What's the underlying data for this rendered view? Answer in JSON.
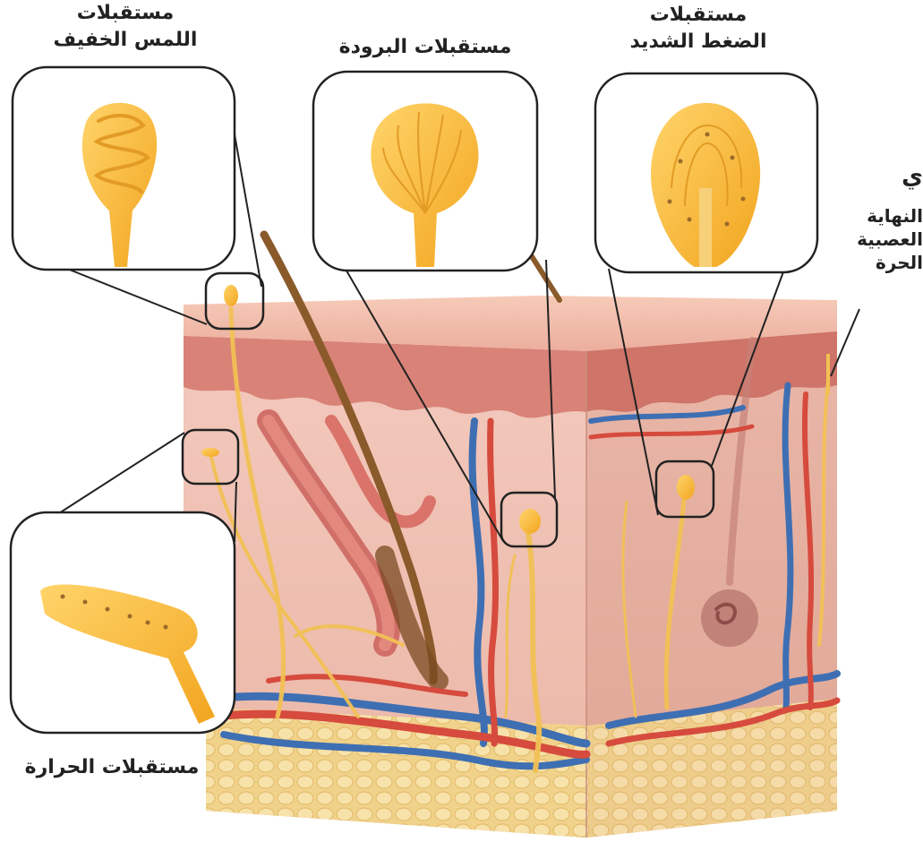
{
  "labels": {
    "light_touch": [
      "مستقبلات",
      "اللمس الخفيف"
    ],
    "cold": "مستقبلات البرودة",
    "pressure": [
      "مستقبلات",
      "الضغط الشديد"
    ],
    "free_nerve": [
      "النهاية",
      "العصبية",
      "الحرة"
    ],
    "free_nerve_extra": "ي",
    "heat": "مستقبلات الحرارة"
  },
  "colors": {
    "receptor": "#f2b52e",
    "receptor_light": "#ffd46a",
    "epidermis": "#d98277",
    "dermis": "#f0c2b4",
    "fat": "#f4dc9a",
    "artery": "#d64b3d",
    "vein": "#3f6fb3",
    "hair": "#8a5a2b",
    "outline": "#222222"
  }
}
